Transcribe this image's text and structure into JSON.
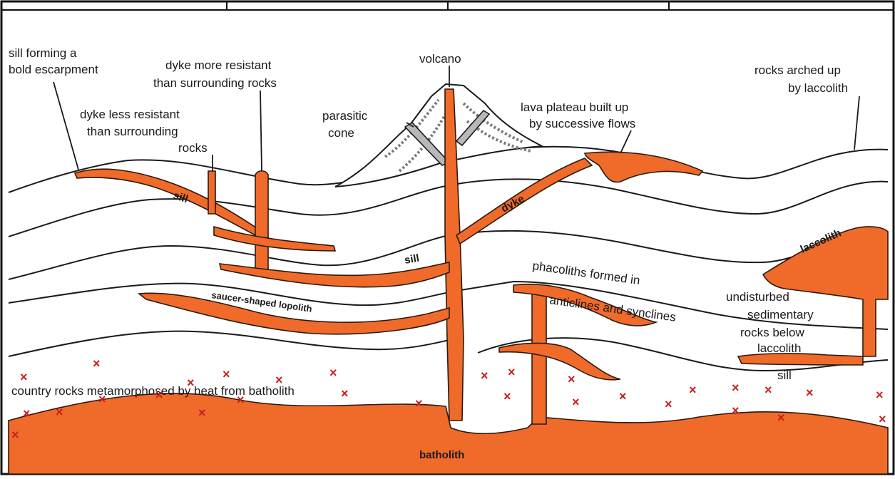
{
  "labels": {
    "sill_escarpment": [
      "sill forming a",
      "bold escarpment"
    ],
    "dyke_more_resistant": [
      "dyke more resistant",
      "than surrounding rocks"
    ],
    "dyke_less_resistant": [
      "dyke less resistant",
      "than surrounding",
      "rocks"
    ],
    "volcano": "volcano",
    "parasitic_cone": [
      "parasitic",
      "cone"
    ],
    "lava_plateau": [
      "lava plateau built up",
      "by successive flows"
    ],
    "rocks_arched": [
      "rocks arched up",
      "by laccolith"
    ],
    "sill_left": "sill",
    "sill_center": "sill",
    "dyke": "dyke",
    "laccolith": "laccolith",
    "lopolith": "saucer-shaped lopolith",
    "phacoliths": [
      "phacoliths formed in",
      "anticlines and synclines"
    ],
    "undisturbed": [
      "undisturbed",
      "sedimentary",
      "rocks below",
      "laccolith"
    ],
    "sill_right": "sill",
    "country_rocks": "country rocks metamorphosed by heat from batholith",
    "batholith": "batholith"
  },
  "colors": {
    "magma": "#f06a2a",
    "outline": "#1a1a1a",
    "metamorphic_mark": "#c81e1e"
  }
}
